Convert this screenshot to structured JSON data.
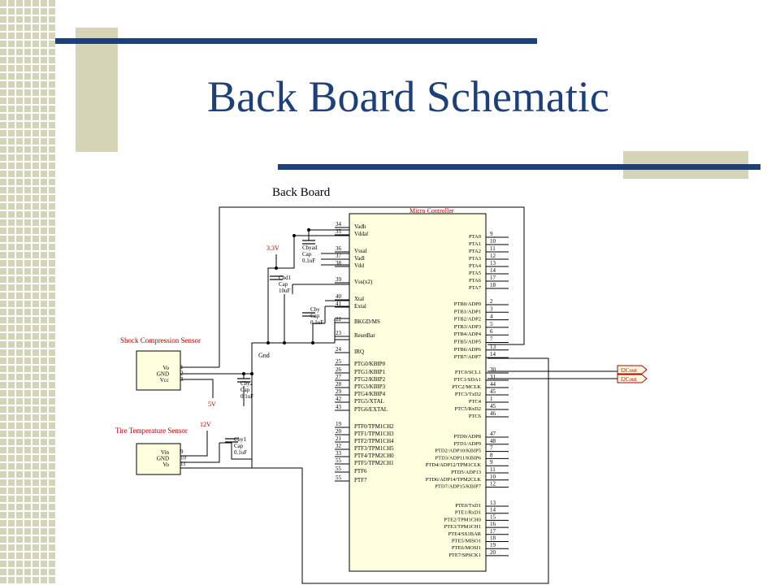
{
  "slide": {
    "title": "Back Board Schematic",
    "accent_color": "#1d3f7a",
    "tan_color": "#d6d4b6"
  },
  "schematic": {
    "board_label": "Back Board",
    "mcu_label": "Micro Controller",
    "mcu_left_labels": [
      "Vadh",
      "Vddal",
      "Vssal",
      "Vadl",
      "Vdd",
      "Vss(x2)",
      "Xtal",
      "Extal",
      "BKGD/MS",
      "ResetBar",
      "IRQ",
      "PTG0/KBIP0",
      "PTG1/KBIP1",
      "PTG2/KBIP2",
      "PTG3/KBIP3",
      "PTG4/KBIP4",
      "PTG5/XTAL",
      "PTG6/EXTAL",
      "PTF0/TPM1CH2",
      "PTF1/TPM1CH3",
      "PTF2/TPM1CH4",
      "PTF3/TPM1CH5",
      "PTF4/TPM2CH0",
      "PTF5/TPM2CH1",
      "PTF6",
      "PTF7"
    ],
    "mcu_left_pins": [
      "34",
      "35",
      "36",
      "37",
      "38",
      "39",
      "40",
      "41",
      "22",
      "23",
      "24",
      "25",
      "26",
      "27",
      "28",
      "29",
      "42",
      "43",
      "19",
      "20",
      "21",
      "32",
      "33",
      "55",
      "55",
      "55"
    ],
    "mcu_right_labels": [
      "PTA0",
      "PTA1",
      "PTA2",
      "PTA3",
      "PTA4",
      "PTA5",
      "PTA6",
      "PTA7",
      "PTB0/ADP0",
      "PTB1/ADP1",
      "PTB2/ADP2",
      "PTB3/ADP3",
      "PTB4/ADP4",
      "PTB5/ADP5",
      "PTB6/ADP6",
      "PTB7/ADP7",
      "PTC0/SCL1",
      "PTC1/SDA1",
      "PTC2/MCLK",
      "PTC3/TxD2",
      "PTC4",
      "PTC5/RxD2",
      "PTC6",
      "PTD0/ADP8",
      "PTD1/ADP9",
      "PTD2/ADP10/KBIP5",
      "PTD3/ADP11/KBIP6",
      "PTD4/ADP12/TPM1CLK",
      "PTD5/ADP13",
      "PTD6/ADP14/TPM2CLK",
      "PTD7/ADP15/KBIP7",
      "PTE0/TxD1",
      "PTE1/RxD1",
      "PTE2/TPM1CH0",
      "PTE3/TPM1CH1",
      "PTE4/SS1BAR",
      "PTE5/MISO1",
      "PTE6/MOSI1",
      "PTE7/SPSCK1"
    ],
    "mcu_right_pins": [
      "9",
      "10",
      "11",
      "12",
      "13",
      "14",
      "17",
      "18",
      "2",
      "3",
      "4",
      "5",
      "6",
      "7",
      "13",
      "14",
      "30",
      "31",
      "44",
      "45",
      "1",
      "45",
      "46",
      "47",
      "48",
      "7",
      "8",
      "9",
      "11",
      "10",
      "12",
      "13",
      "14",
      "15",
      "16",
      "17",
      "18",
      "19",
      "20"
    ],
    "shock_sensor": {
      "title": "Shock Compression Sensor",
      "pins": [
        "Vo",
        "GND",
        "Vcc"
      ],
      "pin_numbers": [
        "1",
        "2",
        "3"
      ]
    },
    "tire_sensor": {
      "title": "Tire Temperature Sensor",
      "pins": [
        "Vin",
        "GND",
        "Vo"
      ],
      "pin_numbers": [
        "9",
        "10",
        "11"
      ]
    },
    "capacitors": [
      {
        "name": "Cbyad",
        "type": "Cap",
        "value": "0.1uF"
      },
      {
        "name": "Cbd1",
        "type": "Cap",
        "value": "10uF"
      },
      {
        "name": "Cby",
        "type": "Cap",
        "value": "0.1uF"
      },
      {
        "name": "Cby2",
        "type": "Cap",
        "value": "0.1uF"
      },
      {
        "name": "Cby1",
        "type": "Cap",
        "value": "0.1uF"
      }
    ],
    "power_labels": {
      "v33": "3.3V",
      "v5": "5V",
      "v12": "12V",
      "gnd": "Gnd"
    },
    "i2c_labels": [
      "I2Cout",
      "I2Cout"
    ]
  }
}
